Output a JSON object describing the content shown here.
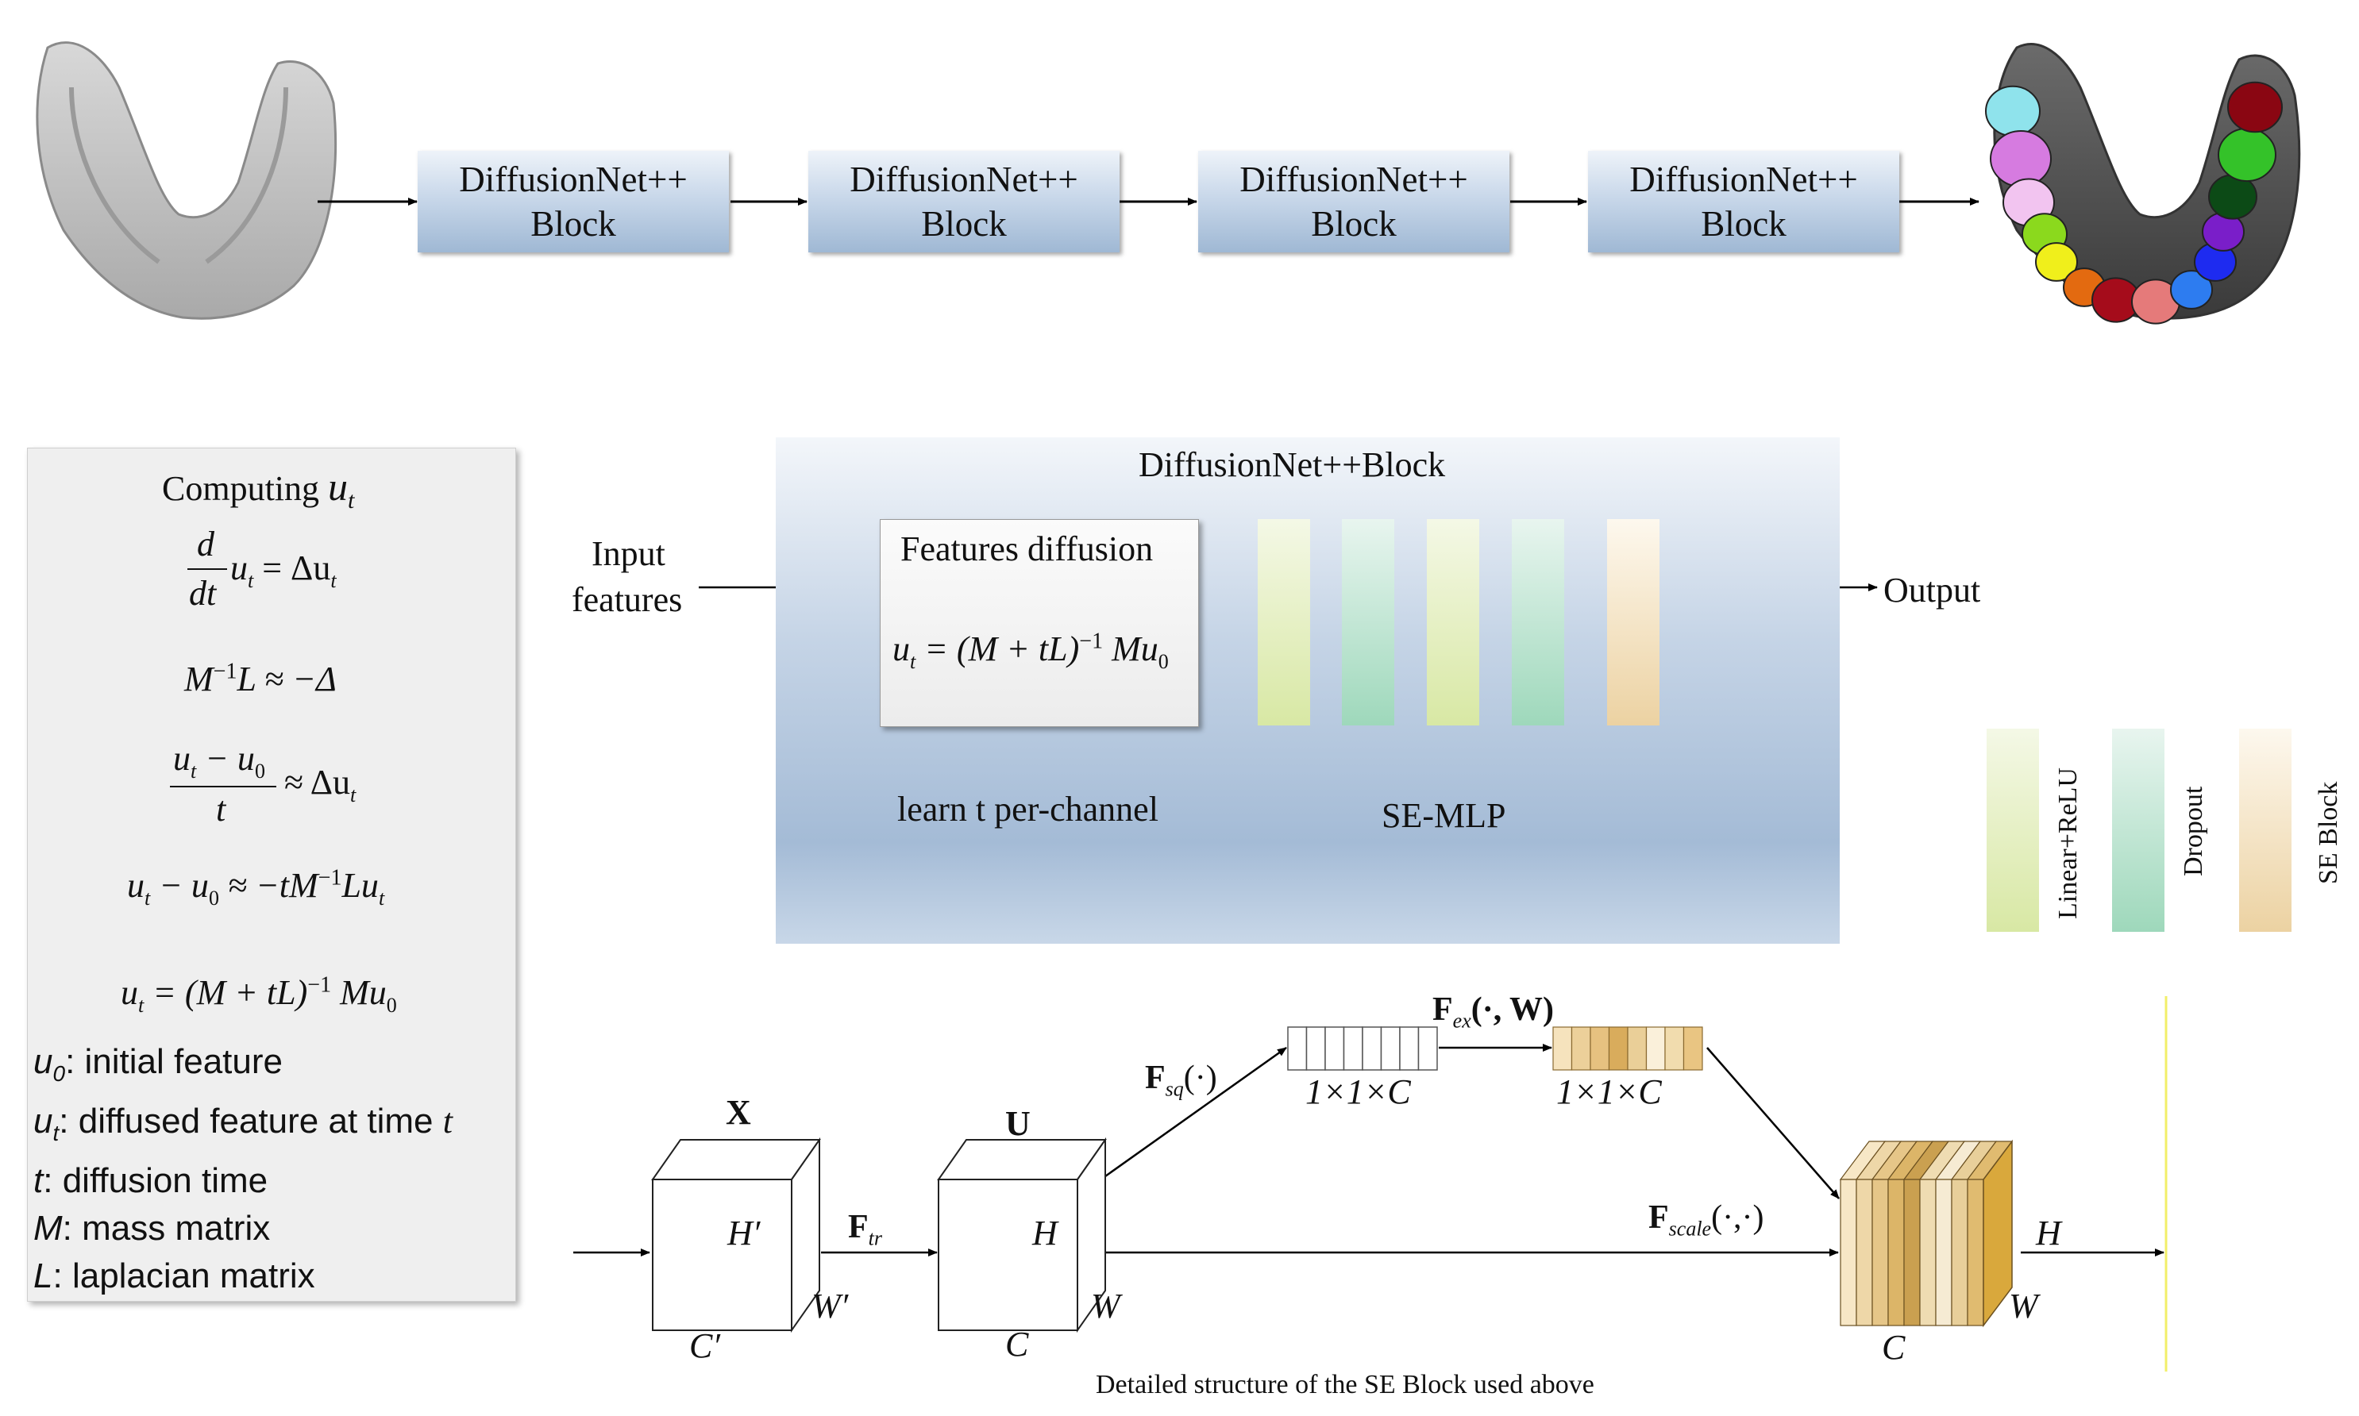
{
  "top_row": {
    "blocks": [
      {
        "line1": "DiffusionNet++",
        "line2": "Block"
      },
      {
        "line1": "DiffusionNet++",
        "line2": "Block"
      },
      {
        "line1": "DiffusionNet++",
        "line2": "Block"
      },
      {
        "line1": "DiffusionNet++",
        "line2": "Block"
      }
    ],
    "tooth_colors": [
      "#8fe3ec",
      "#d67be0",
      "#f2c4f0",
      "#8bd91d",
      "#f0ef1b",
      "#e36a10",
      "#a50c1b",
      "#e57a7a",
      "#2d7cf0",
      "#1e2bf0",
      "#7a1ec9",
      "#0c4a16",
      "#34c229",
      "#8a0612"
    ]
  },
  "formula_panel": {
    "title_text": "Computing",
    "title_var": "u",
    "title_sub": "t",
    "eq1": {
      "num": "d",
      "den": "dt",
      "rest_var": "u",
      "rest_sub": "t",
      "rhs": "= Δu",
      "rhs_sub": "t"
    },
    "eq2": {
      "lhs": "M",
      "sup": "−1",
      "rhs": "L ≈ −Δ"
    },
    "eq3": {
      "num": "u",
      "num_sub": "t",
      "num_mid": " − u",
      "num_sub2": "0",
      "den": "t",
      "rhs": "≈ Δu",
      "rhs_sub": "t"
    },
    "eq4": {
      "a": "u",
      "a_sub": "t",
      "b": " − u",
      "b_sub": "0",
      "c": " ≈ −tM",
      "c_sup": "−1",
      "d": "Lu",
      "d_sub": "t"
    },
    "eq5": {
      "a": "u",
      "a_sub": "t",
      "b": " = (M + tL)",
      "b_sup": "−1",
      "c": " Mu",
      "c_sub": "0"
    },
    "defs": [
      {
        "sym": "u",
        "sub": "0",
        "sep": ":",
        "text": " initial feature"
      },
      {
        "sym": "u",
        "sub": "t",
        "sep": ":",
        "text": " diffused feature at time ",
        "tail": "t"
      },
      {
        "sym": "t",
        "sub": "",
        "sep": ":",
        "text": " diffusion time"
      },
      {
        "sym": "M",
        "sub": "",
        "sep": ":",
        "text": " mass matrix"
      },
      {
        "sym": "L",
        "sub": "",
        "sep": ":",
        "text": " laplacian matrix"
      }
    ]
  },
  "block_detail": {
    "title": "DiffusionNet++Block",
    "input_line1": "Input",
    "input_line2": "features",
    "fd_title": "Features diffusion",
    "fd_eq": {
      "a": "u",
      "a_sub": "t",
      "b": " = (M + tL)",
      "b_sup": "−1",
      "c": " Mu",
      "c_sub": "0"
    },
    "learn_label": "learn t per-channel",
    "se_mlp_label": "SE-MLP",
    "output_label": "Output"
  },
  "legend": {
    "items": [
      {
        "label": "Linear+ReLU",
        "color": "#d8e8a4"
      },
      {
        "label": "Dropout",
        "color": "#9ed8bb"
      },
      {
        "label": "SE Block",
        "color": "#ecd2a2"
      }
    ]
  },
  "se_block": {
    "x_label": "X",
    "x_h": "H′",
    "x_w": "W′",
    "x_c": "C′",
    "f_tr": "F",
    "f_tr_sub": "tr",
    "u_label": "U",
    "u_h": "H",
    "u_w": "W",
    "u_c": "C",
    "f_sq": "F",
    "f_sq_sub": "sq",
    "f_sq_arg": "(·)",
    "sq_dims": "1×1×C",
    "f_ex": "F",
    "f_ex_sub": "ex",
    "f_ex_arg": "(·, W)",
    "ex_dims": "1×1×C",
    "f_scale": "F",
    "f_scale_sub": "scale",
    "f_scale_arg": "(·,·)",
    "out_h": "H",
    "out_w": "W",
    "out_c": "C",
    "excite_colors": [
      "#f6e3bd",
      "#ecd09a",
      "#e6c180",
      "#d9ac5c",
      "#eacf98",
      "#faf0da",
      "#f1dcae",
      "#e9c582"
    ],
    "caption": "Detailed structure of the SE Block used above"
  }
}
